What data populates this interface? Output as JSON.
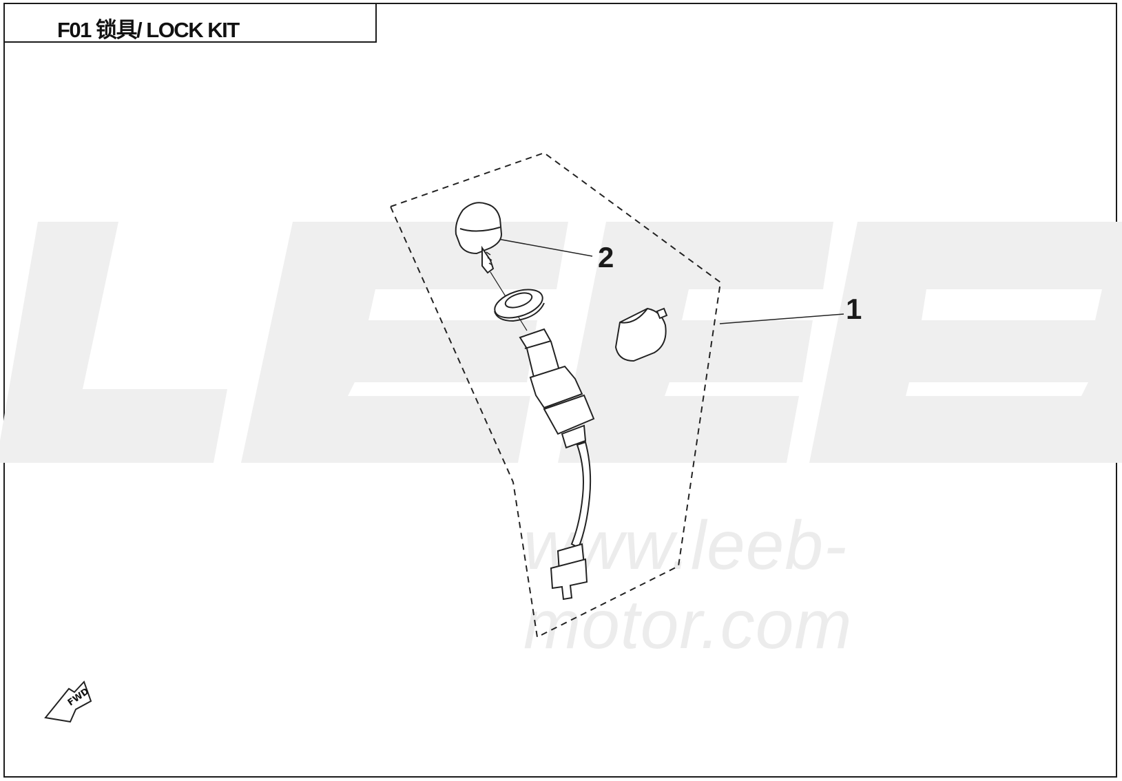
{
  "title": "F01 锁具/ LOCK KIT",
  "watermark": {
    "logo": "LEEB",
    "url": "www.leeb-motor.com"
  },
  "callouts": [
    {
      "number": "1",
      "part": "lock-kit-assembly"
    },
    {
      "number": "2",
      "part": "ignition-key"
    }
  ],
  "direction_marker": "FWD"
}
